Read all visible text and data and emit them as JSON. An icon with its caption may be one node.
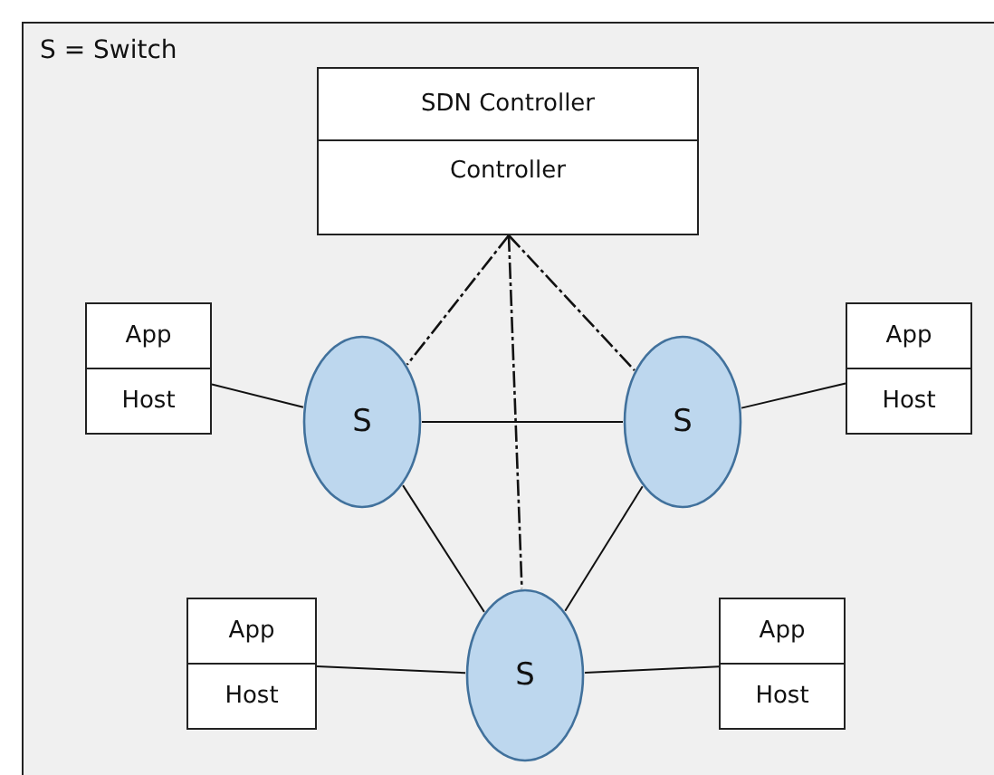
{
  "diagram": {
    "nodes": [
      {
        "text": [
          "SDN Controller",
          "Controller"
        ]
      },
      {
        "text": [
          "App",
          "Host"
        ]
      },
      {
        "text": [
          "App",
          "Host"
        ]
      },
      {
        "text": [
          "App",
          "Host"
        ]
      },
      {
        "text": [
          "App",
          "Host"
        ]
      },
      {
        "text": [
          "S"
        ]
      },
      {
        "text": [
          "S"
        ]
      },
      {
        "text": [
          "S"
        ]
      }
    ],
    "edges": [
      {
        "from": 0,
        "to": 5,
        "arrow": "none",
        "style": "dashed"
      },
      {
        "from": 0,
        "to": 7,
        "arrow": "none",
        "style": "dashed"
      },
      {
        "from": 0,
        "to": 6,
        "arrow": "none",
        "style": "dashed"
      },
      {
        "from": 5,
        "to": 6,
        "arrow": "none"
      },
      {
        "from": 5,
        "to": 7,
        "arrow": "none"
      },
      {
        "from": 6,
        "to": 7,
        "arrow": "none"
      },
      {
        "from": 1,
        "to": 5,
        "arrow": "none"
      },
      {
        "from": 6,
        "to": 2,
        "arrow": "none"
      },
      {
        "from": 3,
        "to": 7,
        "arrow": "none"
      },
      {
        "from": 7,
        "to": 4,
        "arrow": "none"
      }
    ],
    "labels": [
      "S = Switch"
    ]
  }
}
